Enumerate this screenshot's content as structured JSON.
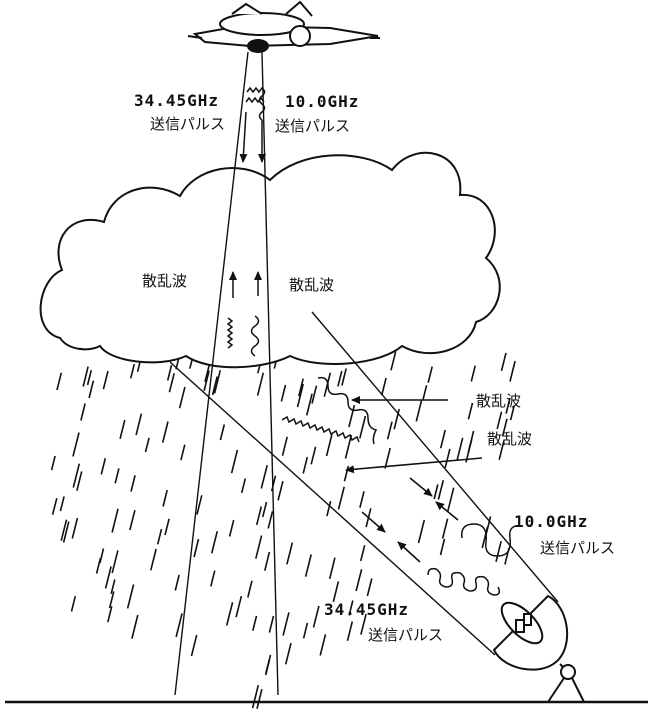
{
  "labels": {
    "air_freq_34": "34.45GHz",
    "air_pulse_34": "送信パルス",
    "air_freq_10": "10.0GHz",
    "air_pulse_10": "送信パルス",
    "scatter_left": "散乱波",
    "scatter_right": "散乱波",
    "scatter_mid1": "散乱波",
    "scatter_mid2": "散乱波",
    "ground_freq_10": "10.0GHz",
    "ground_pulse_10": "送信パルス",
    "ground_freq_34": "34.45GHz",
    "ground_pulse_34": "送信パルス"
  },
  "icons": {
    "aircraft": "aircraft-icon",
    "radar_dish": "radar-dish-icon",
    "cloud": "cloud-icon"
  },
  "colors": {
    "ink": "#111111",
    "background": "#ffffff"
  }
}
